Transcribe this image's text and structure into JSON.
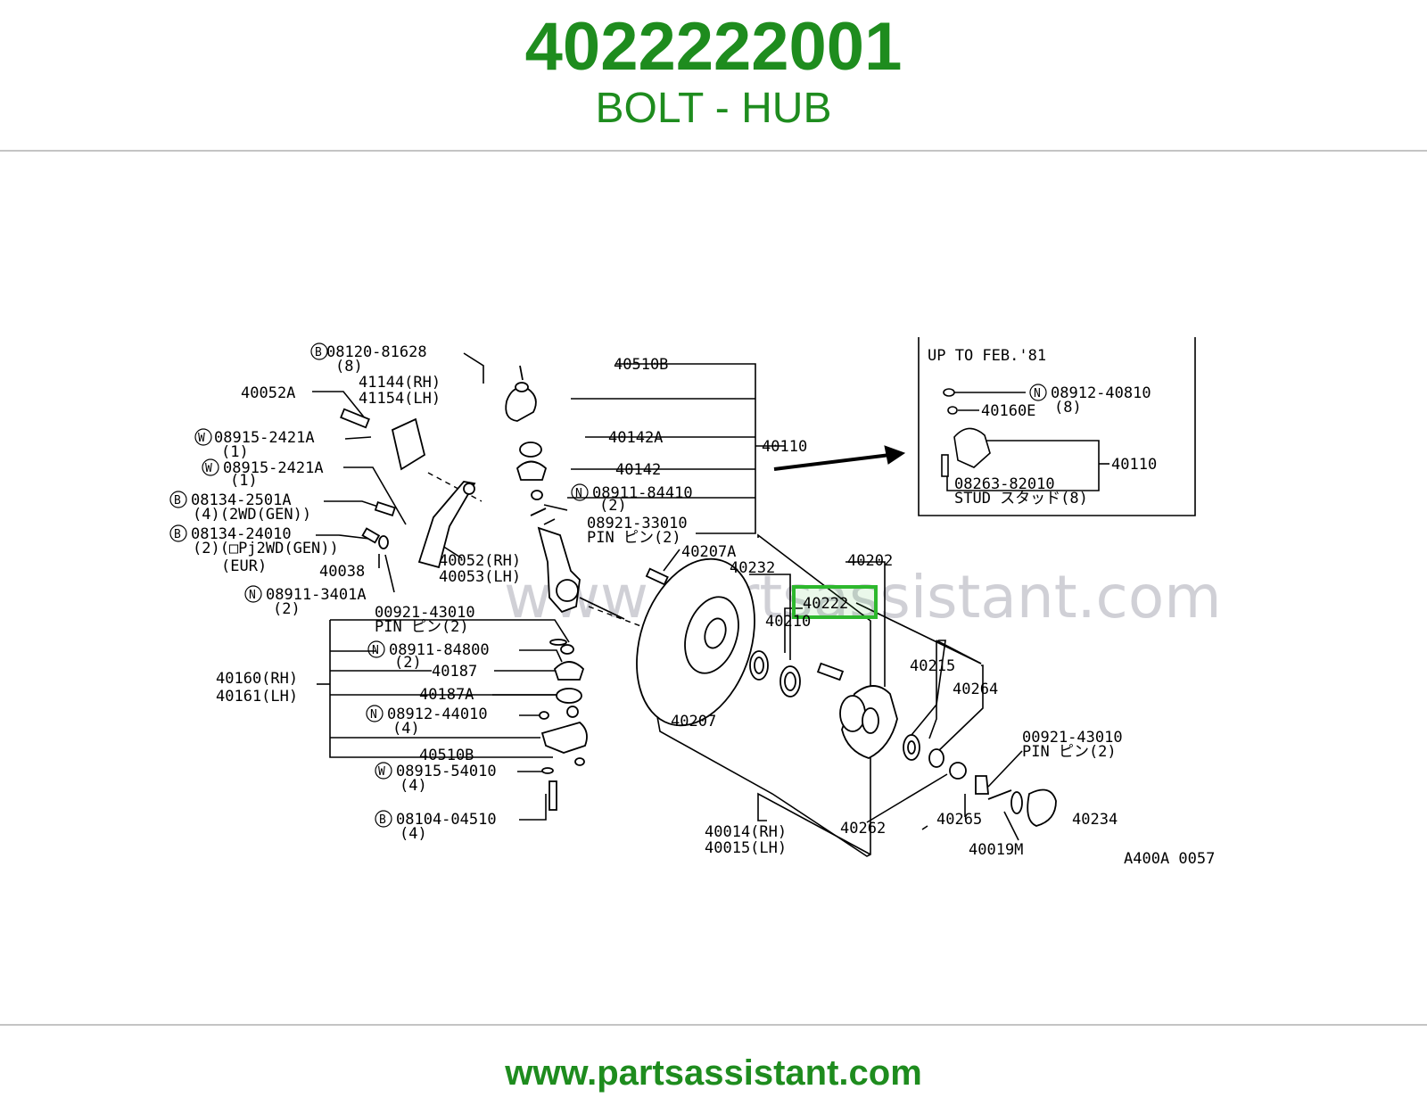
{
  "header": {
    "part_number": "4022222001",
    "part_name": "BOLT - HUB"
  },
  "footer": {
    "url": "www.partsassistant.com"
  },
  "colors": {
    "brand_green": "#1e8c1e",
    "highlight": "#2db82d",
    "line": "#000000",
    "watermark": "#c8c8d0"
  },
  "diagram": {
    "watermark": "www.partsassistant.com",
    "highlighted_callout": "40222",
    "inset_title": "UP TO FEB.'81",
    "figure_code": "A400A 0057",
    "labels": {
      "l_08120": "08120-81628",
      "q_08120": "(8)",
      "l_40510b_t": "40510B",
      "l_41144": "41144(RH)",
      "l_41154": "41154(LH)",
      "l_40052a": "40052A",
      "l_08915a": "08915-2421A",
      "q_08915a": "(1)",
      "l_40142a": "40142A",
      "l_08915b": "08915-2421A",
      "q_08915b": "(1)",
      "l_40142": "40142",
      "l_40110": "40110",
      "l_08134a": "08134-2501A",
      "q_08134a": "(4)(2WD(GEN))",
      "l_08911a": "08911-84410",
      "q_08911a": "(2)",
      "l_08921": "08921-33010",
      "q_08921": "PIN ピン(2)",
      "l_08134b": "08134-24010",
      "q_08134b": "(2)(□Pj2WD(GEN))",
      "q_08134b2": "(EUR)",
      "l_40038": "40038",
      "l_40052rh": "40052(RH)",
      "l_40053lh": "40053(LH)",
      "l_08911b": "08911-3401A",
      "q_08911b": "(2)",
      "l_00921a": "00921-43010",
      "q_00921a": "PIN ピン(2)",
      "l_08911c": "08911-84800",
      "q_08911c": "(2)",
      "l_40187": "40187",
      "l_40160": "40160(RH)",
      "l_40161": "40161(LH)",
      "l_40187a": "40187A",
      "l_08912": "08912-44010",
      "q_08912": "(4)",
      "l_40510b_b": "40510B",
      "l_08915c": "08915-54010",
      "q_08915c": "(4)",
      "l_08104": "08104-04510",
      "q_08104": "(4)",
      "l_40207a": "40207A",
      "l_40232": "40232",
      "l_40202": "40202",
      "l_40210": "40210",
      "l_40215": "40215",
      "l_40264": "40264",
      "l_40207": "40207",
      "l_00921b": "00921-43010",
      "q_00921b": "PIN ピン(2)",
      "l_40234": "40234",
      "l_40265": "40265",
      "l_40262": "40262",
      "l_40019m": "40019M",
      "l_40014": "40014(RH)",
      "l_40015": "40015(LH)",
      "i_08912": "08912-40810",
      "iq_08912": "(8)",
      "i_40160e": "40160E",
      "i_40110": "40110",
      "i_08263": "08263-82010",
      "iq_stud": "STUD スタッド(8)"
    }
  }
}
